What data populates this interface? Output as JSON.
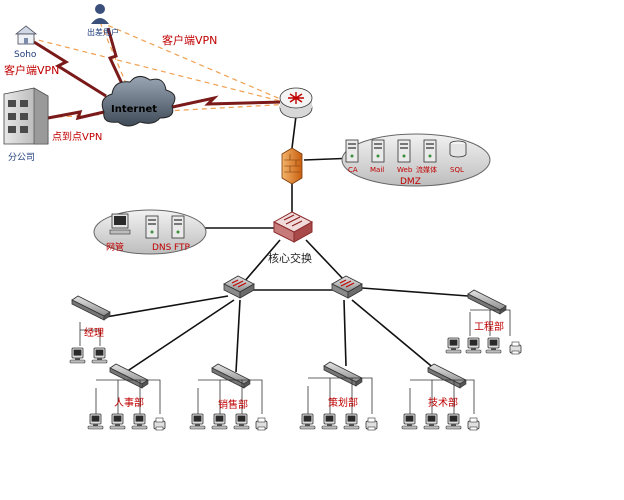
{
  "nodes": {
    "remote_user": "出差用户",
    "soho": "Soho",
    "branch": "分公司",
    "internet": "Internet",
    "core_switch": "核心交换",
    "dmz": "DMZ",
    "mgmt": "网管",
    "dns": "DNS",
    "ftp": "FTP"
  },
  "links": {
    "client_vpn_top": "客户端VPN",
    "client_vpn_soho": "客户端VPN",
    "p2p_vpn": "点到点VPN"
  },
  "dmz_servers": [
    "CA",
    "Mail",
    "Web",
    "流媒体",
    "SQL"
  ],
  "departments": {
    "manager": "经理",
    "engineering": "工程部",
    "hr": "人事部",
    "sales": "销售部",
    "planning": "策划部",
    "tech": "技术部"
  },
  "colors": {
    "label_red": "#c00000",
    "label_blue": "#1f3d7a",
    "vpn_dash": "#f0a050",
    "wan_link": "#7a1a1a",
    "firewall": "#e07a1e"
  }
}
